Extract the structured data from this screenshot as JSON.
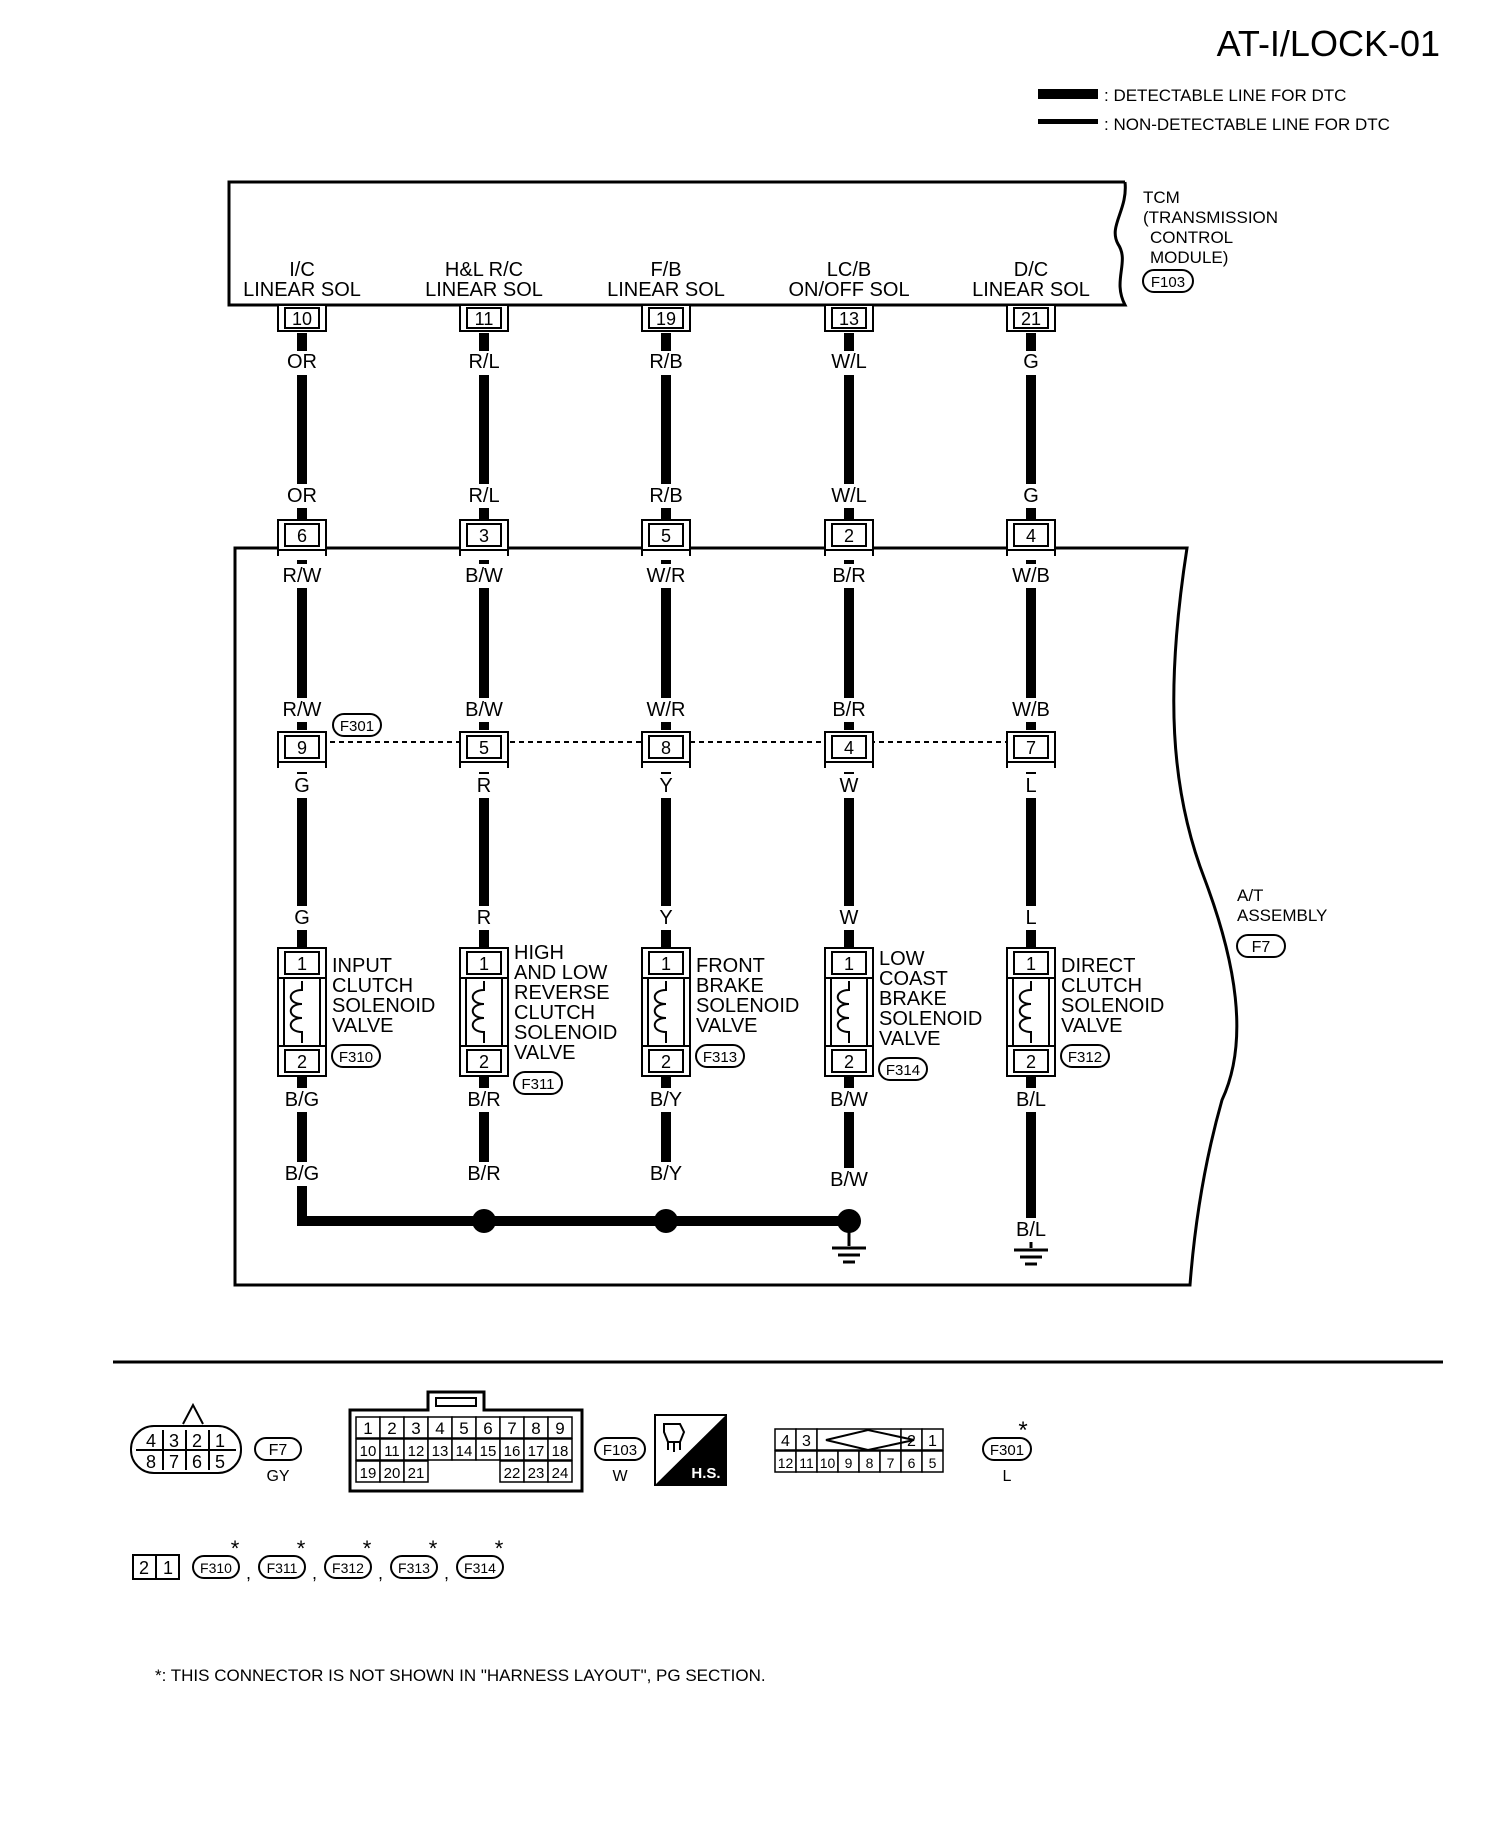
{
  "title": "AT-I/LOCK-01",
  "legend": {
    "detectable": ": DETECTABLE LINE FOR DTC",
    "non_detectable": ": NON-DETECTABLE LINE FOR DTC"
  },
  "tcm": {
    "lines": [
      "TCM",
      "(TRANSMISSION",
      "CONTROL",
      "MODULE)"
    ],
    "connector": "F103"
  },
  "at_assembly": {
    "lines": [
      "A/T",
      "ASSEMBLY"
    ],
    "connector": "F7"
  },
  "mid_connector": "F301",
  "circuits": [
    {
      "sol_label": [
        "I/C",
        "LINEAR SOL"
      ],
      "tcm_pin": "10",
      "tcm_wire_top": "OR",
      "tcm_wire_bottom": "OR",
      "f7_pin": "6",
      "wire_a_top": "R/W",
      "wire_a_bottom": "R/W",
      "f301_pin": "9",
      "wire_b_top": "G",
      "wire_b_bottom": "G",
      "valve_label": [
        "INPUT",
        "CLUTCH",
        "SOLENOID",
        "VALVE"
      ],
      "valve_connector": "F310",
      "pin1": "1",
      "pin2": "2",
      "ground_top": "B/G",
      "ground_bottom": "B/G"
    },
    {
      "sol_label": [
        "H&L R/C",
        "LINEAR SOL"
      ],
      "tcm_pin": "11",
      "tcm_wire_top": "R/L",
      "tcm_wire_bottom": "R/L",
      "f7_pin": "3",
      "wire_a_top": "B/W",
      "wire_a_bottom": "B/W",
      "f301_pin": "5",
      "wire_b_top": "R",
      "wire_b_bottom": "R",
      "valve_label": [
        "HIGH",
        "AND LOW",
        "REVERSE",
        "CLUTCH",
        "SOLENOID",
        "VALVE"
      ],
      "valve_connector": "F311",
      "pin1": "1",
      "pin2": "2",
      "ground_top": "B/R",
      "ground_bottom": "B/R"
    },
    {
      "sol_label": [
        "F/B",
        "LINEAR SOL"
      ],
      "tcm_pin": "19",
      "tcm_wire_top": "R/B",
      "tcm_wire_bottom": "R/B",
      "f7_pin": "5",
      "wire_a_top": "W/R",
      "wire_a_bottom": "W/R",
      "f301_pin": "8",
      "wire_b_top": "Y",
      "wire_b_bottom": "Y",
      "valve_label": [
        "FRONT",
        "BRAKE",
        "SOLENOID",
        "VALVE"
      ],
      "valve_connector": "F313",
      "pin1": "1",
      "pin2": "2",
      "ground_top": "B/Y",
      "ground_bottom": "B/Y"
    },
    {
      "sol_label": [
        "LC/B",
        "ON/OFF SOL"
      ],
      "tcm_pin": "13",
      "tcm_wire_top": "W/L",
      "tcm_wire_bottom": "W/L",
      "f7_pin": "2",
      "wire_a_top": "B/R",
      "wire_a_bottom": "B/R",
      "f301_pin": "4",
      "wire_b_top": "W",
      "wire_b_bottom": "W",
      "valve_label": [
        "LOW",
        "COAST",
        "BRAKE",
        "SOLENOID",
        "VALVE"
      ],
      "valve_connector": "F314",
      "pin1": "1",
      "pin2": "2",
      "ground_top": "B/W",
      "ground_bottom": "B/W"
    },
    {
      "sol_label": [
        "D/C",
        "LINEAR SOL"
      ],
      "tcm_pin": "21",
      "tcm_wire_top": "G",
      "tcm_wire_bottom": "G",
      "f7_pin": "4",
      "wire_a_top": "W/B",
      "wire_a_bottom": "W/B",
      "f301_pin": "7",
      "wire_b_top": "L",
      "wire_b_bottom": "L",
      "valve_label": [
        "DIRECT",
        "CLUTCH",
        "SOLENOID",
        "VALVE"
      ],
      "valve_connector": "F312",
      "pin1": "1",
      "pin2": "2",
      "ground_top": "B/L",
      "ground_bottom": "B/L"
    }
  ],
  "connector_views": {
    "f7": {
      "name": "F7",
      "color": "GY",
      "row1": [
        "4",
        "3",
        "2",
        "1"
      ],
      "row2": [
        "8",
        "7",
        "6",
        "5"
      ]
    },
    "f103": {
      "name": "F103",
      "color": "W",
      "row1": [
        "1",
        "2",
        "3",
        "4",
        "5",
        "6",
        "7",
        "8",
        "9"
      ],
      "row2": [
        "10",
        "11",
        "12",
        "13",
        "14",
        "15",
        "16",
        "17",
        "18"
      ],
      "row3_left": [
        "19",
        "20",
        "21"
      ],
      "row3_right": [
        "22",
        "23",
        "24"
      ]
    },
    "hs_label": "H.S.",
    "f301": {
      "name": "F301",
      "color": "L",
      "row1_left": [
        "4",
        "3"
      ],
      "row1_right": [
        "2",
        "1"
      ],
      "row2": [
        "12",
        "11",
        "10",
        "9",
        "8",
        "7",
        "6",
        "5"
      ]
    },
    "small": {
      "pins": [
        "2",
        "1"
      ],
      "names": [
        "F310",
        "F311",
        "F312",
        "F313",
        "F314"
      ],
      "separator": ","
    },
    "asterisk": "*"
  },
  "footnote": "*: THIS CONNECTOR IS NOT SHOWN IN \"HARNESS LAYOUT\", PG SECTION."
}
